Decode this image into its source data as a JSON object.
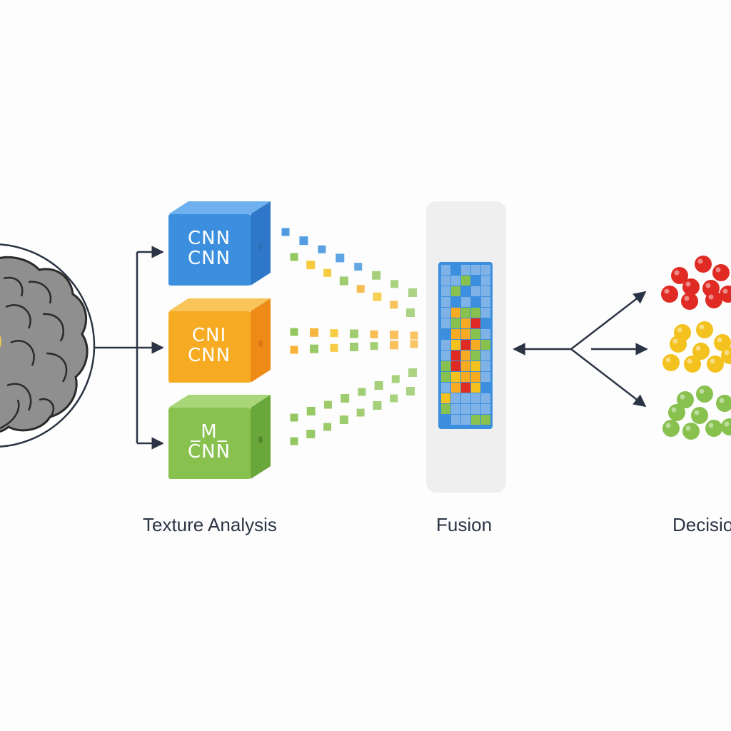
{
  "cnn_blocks": [
    {
      "line1": "CNN",
      "line2": "CNN",
      "front": "#3b8fde",
      "top": "#6fb1ee",
      "side": "#2f77c8",
      "dot": "#2a6fb8"
    },
    {
      "line1": "CNI",
      "line2": "CNN",
      "front": "#f6ab22",
      "top": "#f9c45a",
      "side": "#ee8a16",
      "dot": "#d97612"
    },
    {
      "line1": "_M_",
      "line2": "CNN",
      "front": "#88c14e",
      "top": "#a9d679",
      "side": "#6aa73a",
      "dot": "#52872b"
    }
  ],
  "stage_labels": {
    "texture": "Texture Analysis",
    "fusion": "Fusion",
    "decision": "Decisio"
  },
  "colors": {
    "blue": "#3b8fde",
    "orange": "#f6ab22",
    "green": "#88c14e",
    "red": "#e02a24",
    "yellow": "#f3c21e",
    "arrow": "#2b3444",
    "brain": "#8c8c8c"
  }
}
